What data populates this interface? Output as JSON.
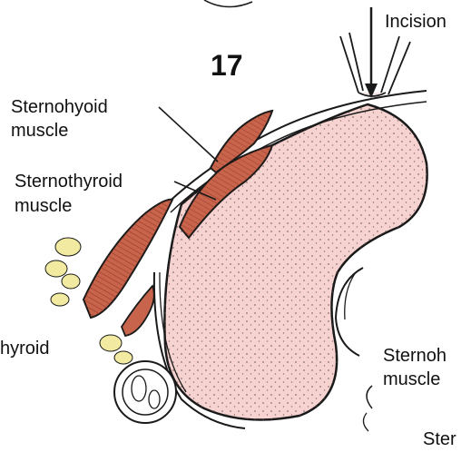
{
  "figure": {
    "number": "17",
    "labels": {
      "incision": "Incision",
      "sternohyoid_line1": "Sternohyoid",
      "sternohyoid_line2": "muscle",
      "sternothyroid_line1": "Sternothyroid",
      "sternothyroid_line2": "muscle",
      "left_cut": "hyroid",
      "right_line1": "Sternoh",
      "right_line2": "muscle",
      "bottom_right": "Ster"
    },
    "colors": {
      "muscle": "#c8644c",
      "muscle_stripe": "#8a2f1c",
      "gland": "#f6d2d0",
      "gland_dots": "#6a5a5a",
      "fat": "#f2eaa0",
      "outline": "#1a1a1a"
    }
  }
}
